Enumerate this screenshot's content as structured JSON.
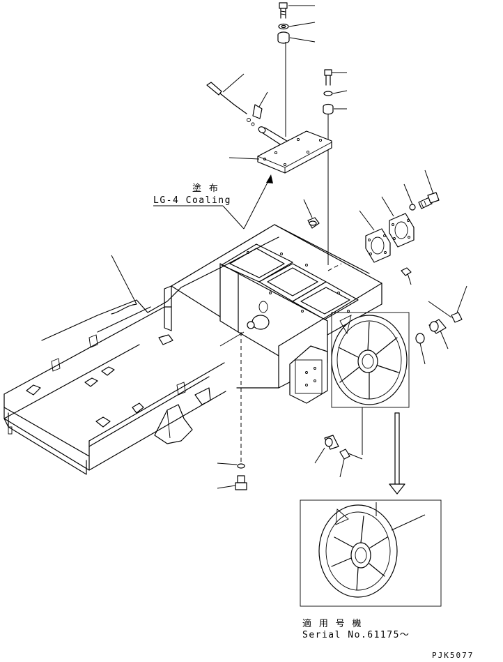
{
  "annotations": {
    "coating_jp": "塗 布",
    "coating_en": "LG-4 Coaling",
    "serial_jp": "適 用 号 機",
    "serial_en": "Serial No.61175～",
    "drawing_code": "PJK5077"
  },
  "colors": {
    "line": "#000000",
    "background": "#ffffff"
  }
}
